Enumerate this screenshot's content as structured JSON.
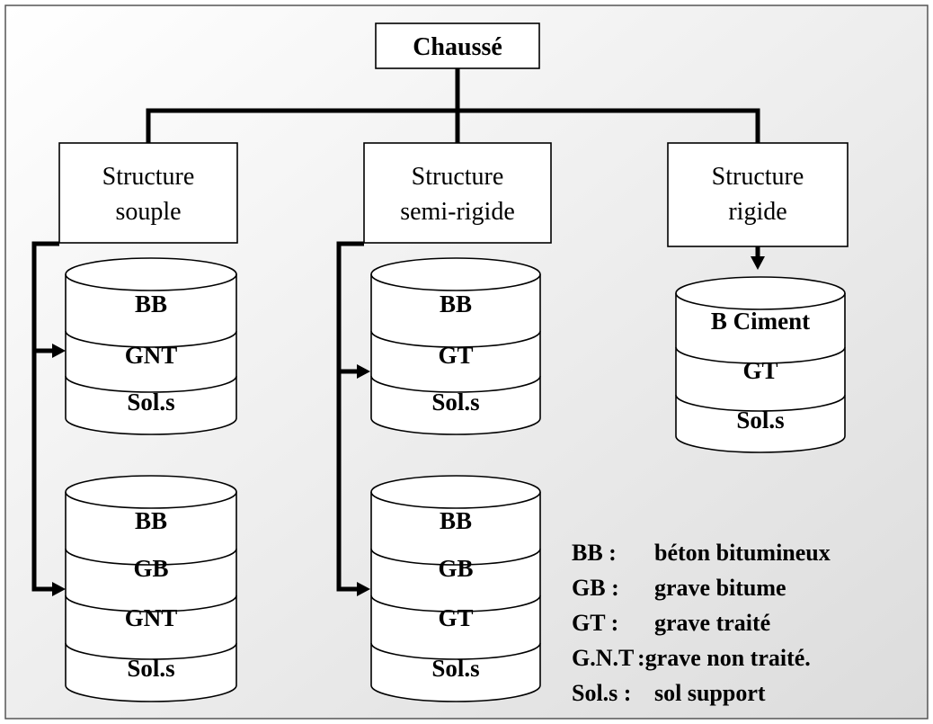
{
  "root": {
    "label": "Chaussé"
  },
  "structures": [
    {
      "label_lines": [
        "Structure",
        "souple"
      ],
      "pavements": [
        {
          "layers": [
            "BB",
            "GNT",
            "Sol.s"
          ]
        },
        {
          "layers": [
            "BB",
            "GB",
            "GNT",
            "Sol.s"
          ]
        }
      ]
    },
    {
      "label_lines": [
        "Structure",
        "semi-rigide"
      ],
      "pavements": [
        {
          "layers": [
            "BB",
            "GT",
            "Sol.s"
          ]
        },
        {
          "layers": [
            "BB",
            "GB",
            "GT",
            "Sol.s"
          ]
        }
      ]
    },
    {
      "label_lines": [
        "Structure",
        "rigide"
      ],
      "pavements": [
        {
          "layers": [
            "B Ciment",
            "GT",
            "Sol.s"
          ]
        }
      ]
    }
  ],
  "legend": [
    {
      "abbr": "BB :",
      "meaning": "béton bitumineux"
    },
    {
      "abbr": "GB :",
      "meaning": "grave bitume"
    },
    {
      "abbr": "GT :",
      "meaning": "grave traité"
    },
    {
      "abbr": "G.N.T",
      "meaning": ":grave non traité."
    },
    {
      "abbr": "Sol.s :",
      "meaning": "sol support"
    }
  ]
}
